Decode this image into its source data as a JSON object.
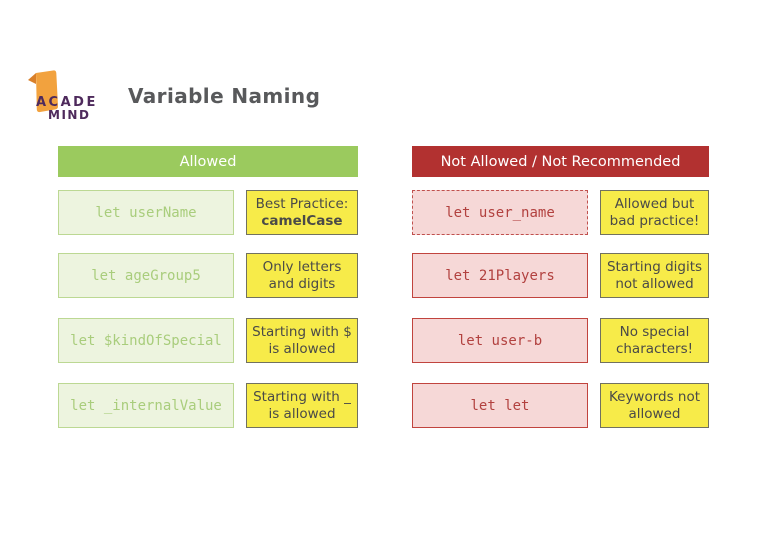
{
  "logo": {
    "line1": "ACADE",
    "line2": "MIND",
    "flag_icon": "academind-flag-icon"
  },
  "title": "Variable Naming",
  "colors": {
    "allowed_header_green": "#9bca5e",
    "not_allowed_header_red": "#b23130",
    "code_green_bg": "#edf4df",
    "code_green_border": "#bcd893",
    "code_green_text": "#a9cd7c",
    "code_red_bg": "#f6d8d7",
    "code_red_border": "#c1443e",
    "code_red_text": "#b2413f",
    "note_yellow_bg": "#f7eb49",
    "note_border": "#71715f",
    "note_text": "#4a4a48",
    "title_gray": "#58595b",
    "logo_orange": "#f2a23e",
    "logo_orange_dark": "#d9802a",
    "logo_purple": "#4e2a5c"
  },
  "columns": [
    {
      "id": "allowed",
      "header": "Allowed",
      "rows": [
        {
          "code": "let userName",
          "note_line1": "Best Practice:",
          "note_line2": "camelCase"
        },
        {
          "code": "let ageGroup5",
          "note_line1": "Only letters",
          "note_line2": "and digits"
        },
        {
          "code": "let $kindOfSpecial",
          "note_line1": "Starting with $",
          "note_line2": "is allowed"
        },
        {
          "code": "let _internalValue",
          "note_line1": "Starting with _",
          "note_line2": "is allowed"
        }
      ]
    },
    {
      "id": "not-allowed",
      "header": "Not Allowed / Not Recommended",
      "rows": [
        {
          "code": "let user_name",
          "border_style": "dashed",
          "note_line1": "Allowed but",
          "note_line2": "bad practice!"
        },
        {
          "code": "let 21Players",
          "note_line1": "Starting digits",
          "note_line2": "not allowed"
        },
        {
          "code": "let user-b",
          "note_line1": "No special",
          "note_line2": "characters!"
        },
        {
          "code": "let let",
          "note_line1": "Keywords not",
          "note_line2": "allowed"
        }
      ]
    }
  ]
}
